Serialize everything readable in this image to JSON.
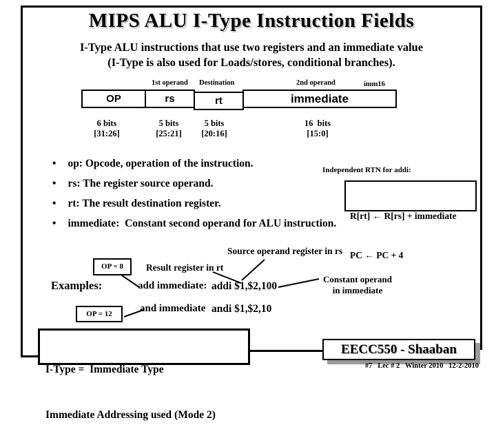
{
  "slide_title": "MIPS ALU I-Type Instruction Fields",
  "subtitle": {
    "line1": "I-Type ALU instructions that use two registers and an immediate value",
    "line2": "(I-Type is also used for Loads/stores, conditional branches)."
  },
  "instruction_format": {
    "operand_labels": {
      "rs": "1st operand",
      "rt": "Destination",
      "immediate": "2nd operand",
      "imm16": "imm16"
    },
    "fields": [
      {
        "name": "OP",
        "bits": "6 bits",
        "range": "[31:26]"
      },
      {
        "name": "rs",
        "bits": "5 bits",
        "range": "[25:21]"
      },
      {
        "name": "rt",
        "bits": "5 bits",
        "range": "[20:16]"
      },
      {
        "name": "immediate",
        "bits": "16  bits",
        "range": "[15:0]"
      }
    ]
  },
  "bullets": [
    "op: Opcode, operation of the instruction.",
    "rs: The register source operand.",
    "rt: The result destination register.",
    "immediate:  Constant second operand for ALU instruction."
  ],
  "rtn": {
    "caption": "Independent RTN for addi:",
    "line1": "R[rt] ← R[rs] + immediate",
    "line2": "PC ← PC + 4"
  },
  "examples": {
    "heading": "Examples:",
    "op8_label": "OP = 8",
    "op12_label": "OP = 12",
    "result_note": "Result register in rt",
    "source_note": "Source operand register in rs",
    "constant_note_line1": "Constant operand",
    "constant_note_line2": "in immediate",
    "row1_name": "add immediate:",
    "row1_code": "addi $1,$2,100",
    "row2_name": "and immediate",
    "row2_code": "andi $1,$2,10"
  },
  "itype_note": {
    "line1": "I-Type =  Immediate Type",
    "line2": "Immediate Addressing used (Mode 2)"
  },
  "footer": {
    "course": "EECC550 - Shaaban",
    "page_info": "#7   Lec # 2   Winter 2010   12-2-2010"
  },
  "colors": {
    "text": "#000000",
    "border": "#000000",
    "box_shadow": "#999999",
    "background": "#ffffff"
  }
}
